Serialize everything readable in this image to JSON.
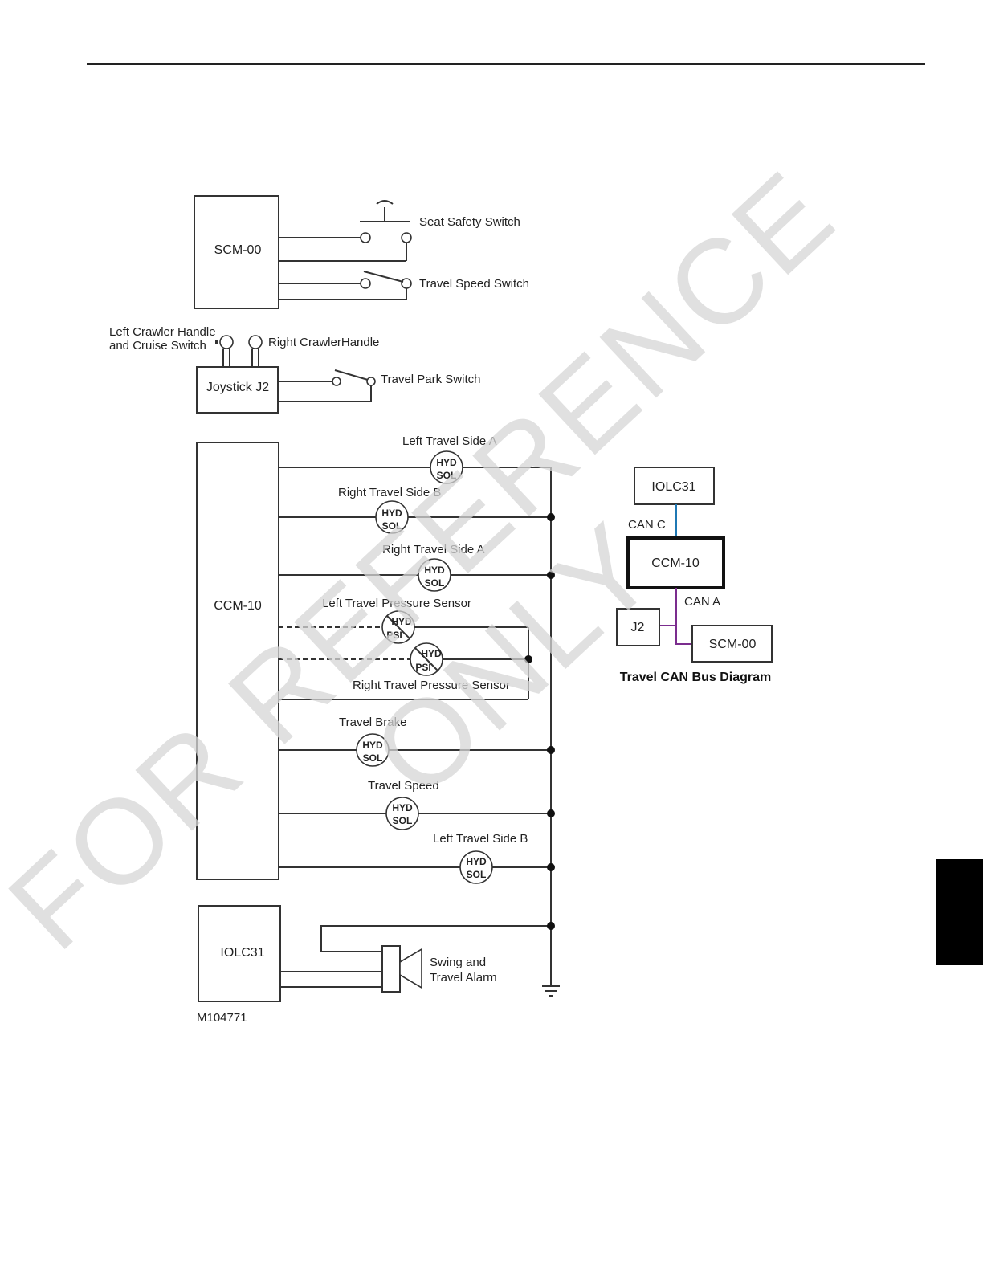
{
  "blocks": {
    "scm00": "SCM-00",
    "joystick": "Joystick J2",
    "ccm10": "CCM-10",
    "iolc31": "IOLC31"
  },
  "switches": {
    "seat_safety": "Seat Safety Switch",
    "travel_speed": "Travel Speed Switch",
    "travel_park": "Travel Park Switch"
  },
  "handles": {
    "left_line1": "Left Crawler Handle",
    "left_line2": "and Cruise Switch",
    "right": "Right CrawlerHandle"
  },
  "components": {
    "left_travel_side_a": "Left Travel Side A",
    "right_travel_side_b": "Right Travel  Side B",
    "right_travel_side_a": "Right Travel Side A",
    "left_travel_pressure_sensor": "Left Travel Pressure Sensor",
    "right_travel_pressure_sensor": "Right Travel Pressure Sensor",
    "travel_brake": "Travel Brake",
    "travel_speed": "Travel Speed",
    "left_travel_side_b": "Left Travel Side B",
    "alarm_line1": "Swing and",
    "alarm_line2": "Travel Alarm"
  },
  "symbols": {
    "hyd": "HYD",
    "sol": "SOL",
    "psi": "PSI"
  },
  "can_bus": {
    "title": "Travel CAN Bus Diagram",
    "iolc31": "IOLC31",
    "ccm10": "CCM-10",
    "j2": "J2",
    "scm00": "SCM-00",
    "can_c": "CAN C",
    "can_a": "CAN A",
    "can_c_color": "#1f78b4",
    "can_a_color": "#7b2d8e"
  },
  "figure_id": "M104771",
  "watermark": {
    "line1": "FOR REFERENCE",
    "line2": "ONLY"
  }
}
